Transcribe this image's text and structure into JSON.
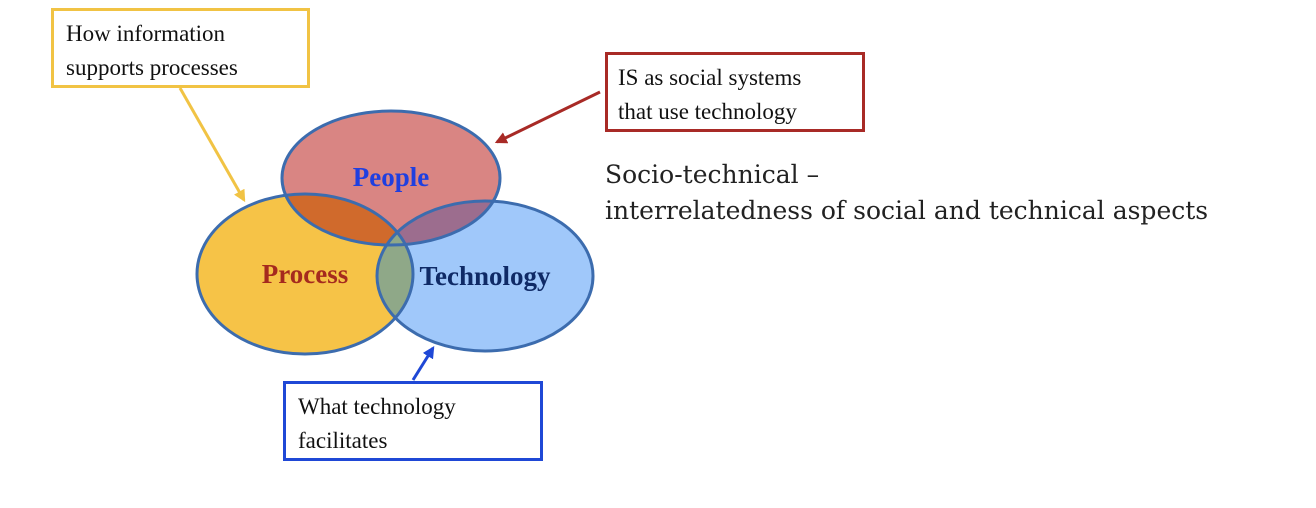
{
  "venn": {
    "people_label": "People",
    "process_label": "Process",
    "technology_label": "Technology",
    "colors": {
      "people_fill": "#d98583",
      "process_fill": "#f6c347",
      "technology_fill": "#a0c8fa",
      "people_process_overlap": "#d06a2c",
      "people_technology_overlap": "#9c6d8e",
      "process_technology_overlap": "#8fa888",
      "outline": "#3c6cae",
      "people_text": "#1f3fe0",
      "process_text": "#a52a1e",
      "technology_text": "#0f2a66"
    }
  },
  "callouts": {
    "information": {
      "line1": "How information",
      "line2": "supports processes",
      "color": "#f1c344"
    },
    "social": {
      "line1": "IS as social systems",
      "line2": "that use technology",
      "color": "#a82a26"
    },
    "technology": {
      "line1": "What technology",
      "line2": "facilitates",
      "color": "#1f48d6"
    }
  },
  "headline": {
    "line1": "Socio-technical –",
    "line2": "interrelatedness of social and technical aspects"
  }
}
